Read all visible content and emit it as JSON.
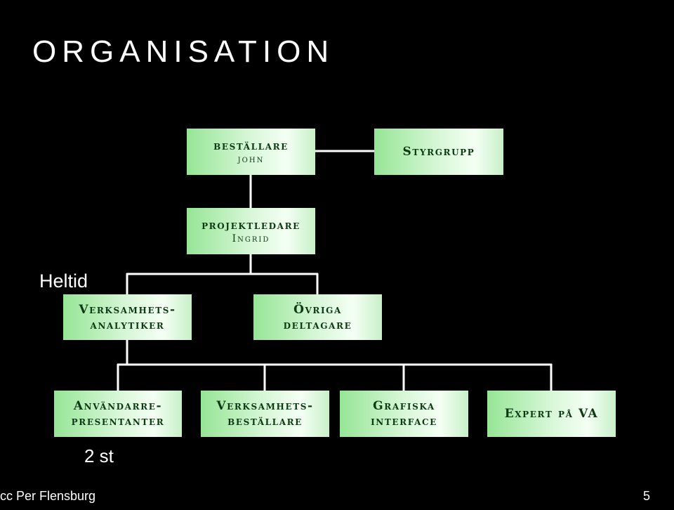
{
  "slide": {
    "title": "ORGANISATION",
    "background_color": "#000000",
    "accent_color": "#b8efb8"
  },
  "org_chart": {
    "bestallare": {
      "title": "beställare",
      "name": "john"
    },
    "styrgrupp": {
      "title": "Styrgrupp"
    },
    "projektledare": {
      "title": "projektledare",
      "name": "Ingrid"
    },
    "verksamhetsanalytiker": {
      "line1": "Verksamhets-",
      "line2": "analytiker"
    },
    "ovriga_deltagare": {
      "line1": "Övriga",
      "line2": "deltagare"
    },
    "anvandarrepresentanter": {
      "line1": "Användarre-",
      "line2": "presentanter"
    },
    "verksamhetsbestallare": {
      "line1": "Verksamhets-",
      "line2": "beställare"
    },
    "grafiska_interface": {
      "line1": "Grafiska",
      "line2": "interface"
    },
    "expert_va": {
      "title": "Expert på VA"
    }
  },
  "annotations": {
    "heltid": "Heltid",
    "antal": "2 st"
  },
  "footer": {
    "credit": "cc Per Flensburg",
    "page_number": "5"
  }
}
